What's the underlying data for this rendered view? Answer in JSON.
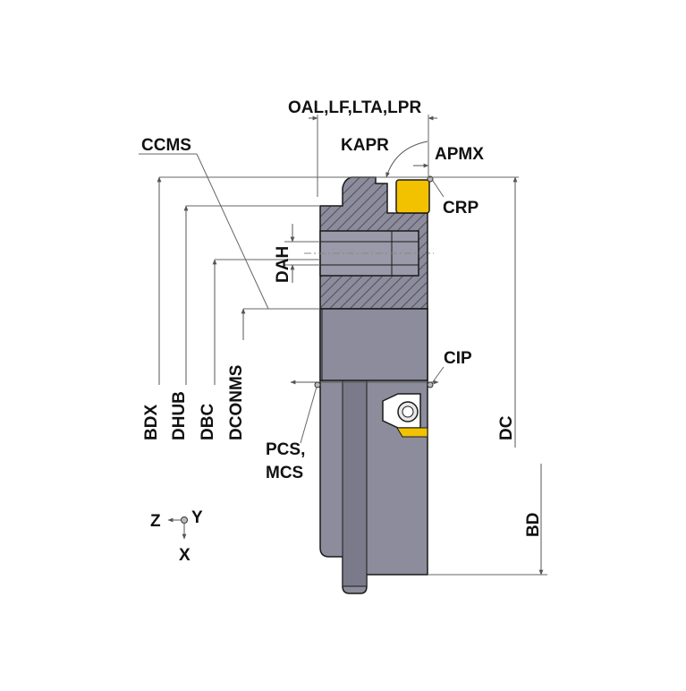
{
  "labels": {
    "oal": "OAL,LF,LTA,LPR",
    "kapr": "KAPR",
    "apmx": "APMX",
    "crp": "CRP",
    "ccms": "CCMS",
    "dah": "DAH",
    "cip": "CIP",
    "pcs": "PCS,",
    "mcs": "MCS",
    "bdx": "BDX",
    "dhub": "DHUB",
    "dbc": "DBC",
    "dconms": "DCONMS",
    "dc": "DC",
    "bd": "BD",
    "axis_z": "Z",
    "axis_y": "Y",
    "axis_x": "X"
  },
  "colors": {
    "body": "#8c8c9c",
    "body_dark": "#6e6e80",
    "hatch": "#5a5a68",
    "insert": "#f2c200",
    "outline": "#1a1a1a"
  }
}
